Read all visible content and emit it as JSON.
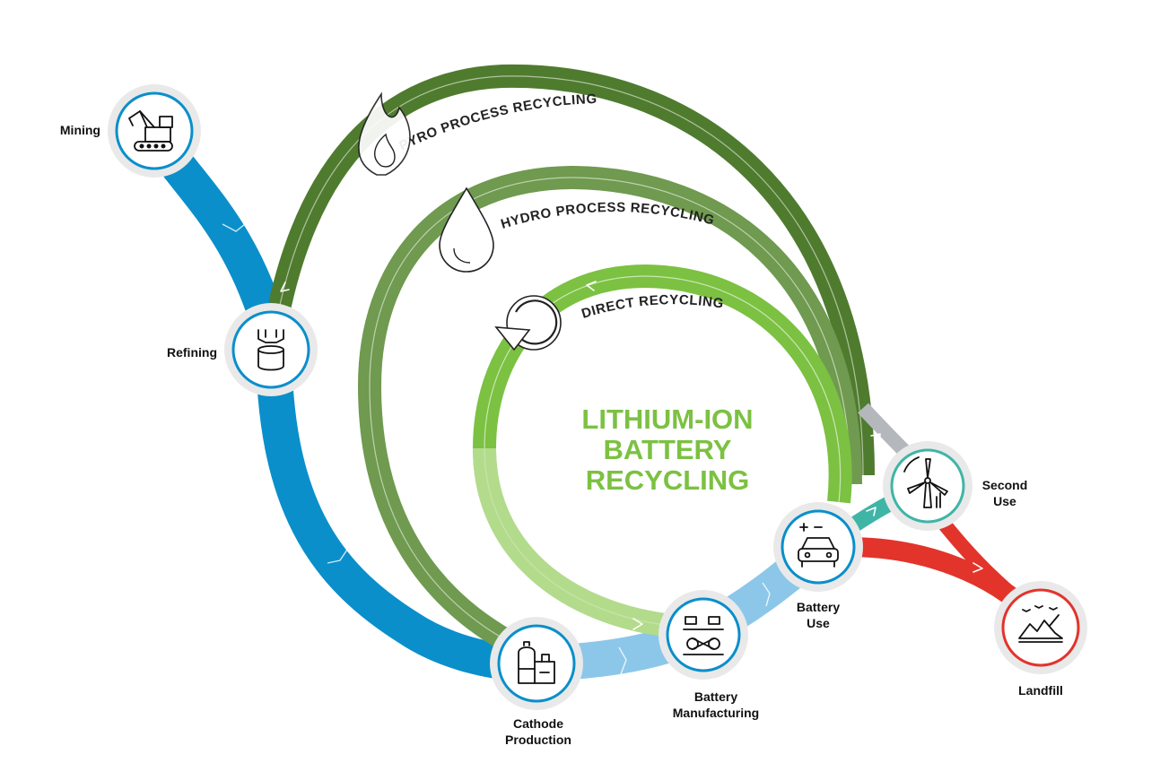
{
  "title": {
    "lines": [
      "LITHIUM-ION",
      "BATTERY",
      "RECYCLING"
    ],
    "color": "#7cc142"
  },
  "colors": {
    "blue": "#0a8fcb",
    "blue_light": "#8cc7ea",
    "pyro": "#4f7b2e",
    "hydro": "#6f9a4f",
    "direct": "#7cc142",
    "direct_light": "#c5e3a5",
    "second_use": "#3fb5a6",
    "landfill": "#e2342b",
    "grey": "#b4b8bc"
  },
  "nodes": [
    {
      "id": "mining",
      "label_lines": [
        "Mining"
      ],
      "icon": "excavator-icon",
      "ring": "#0a8fcb"
    },
    {
      "id": "refining",
      "label_lines": [
        "Refining"
      ],
      "icon": "refinery-icon",
      "ring": "#0a8fcb"
    },
    {
      "id": "cathode",
      "label_lines": [
        "Cathode",
        "Production"
      ],
      "icon": "factory-tanks-icon",
      "ring": "#0a8fcb"
    },
    {
      "id": "manufacturing",
      "label_lines": [
        "Battery",
        "Manufacturing"
      ],
      "icon": "conveyor-icon",
      "ring": "#0a8fcb"
    },
    {
      "id": "battery_use",
      "label_lines": [
        "Battery",
        "Use"
      ],
      "icon": "electric-car-icon",
      "ring": "#0a8fcb"
    },
    {
      "id": "second_use",
      "label_lines": [
        "Second",
        "Use"
      ],
      "icon": "wind-turbine-icon",
      "ring": "#3fb5a6"
    },
    {
      "id": "landfill",
      "label_lines": [
        "Landfill"
      ],
      "icon": "landfill-icon",
      "ring": "#e2342b"
    }
  ],
  "loops": [
    {
      "id": "pyro",
      "label": "PYRO PROCESS RECYCLING",
      "icon": "flame-icon"
    },
    {
      "id": "hydro",
      "label": "HYDRO PROCESS RECYCLING",
      "icon": "water-drop-icon"
    },
    {
      "id": "direct",
      "label": "DIRECT RECYCLING",
      "icon": "cycle-arrow-icon"
    }
  ]
}
